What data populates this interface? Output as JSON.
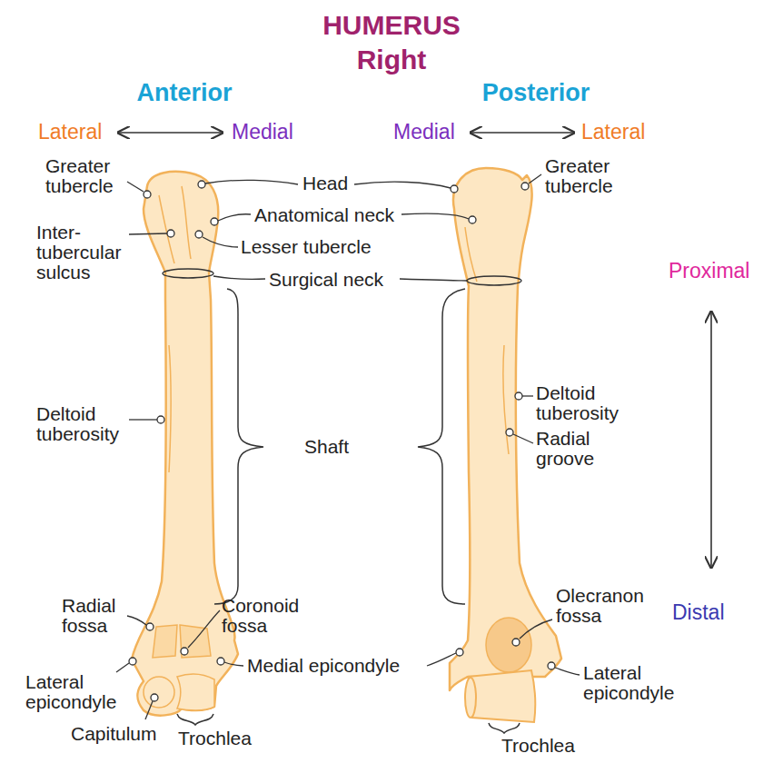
{
  "diagram": {
    "title": "HUMERUS",
    "labels": [
      "Right",
      "Anterior",
      "Posterior",
      "Lateral",
      "Medial",
      "Medial",
      "Lateral",
      "Greater tubercle",
      "Head",
      "Greater tubercle",
      "Anatomical neck",
      "Inter- tubercular sulcus",
      "Lesser tubercle",
      "Surgical neck",
      "Proximal",
      "Deltoid tuberosity",
      "Shaft",
      "Deltoid tuberosity",
      "Radial groove",
      "Radial fossa",
      "Coronoid fossa",
      "Olecranon fossa",
      "Distal",
      "Medial epicondyle",
      "Lateral epicondyle",
      "Lateral epicondyle",
      "Capitulum",
      "Trochlea",
      "Trochlea"
    ]
  }
}
